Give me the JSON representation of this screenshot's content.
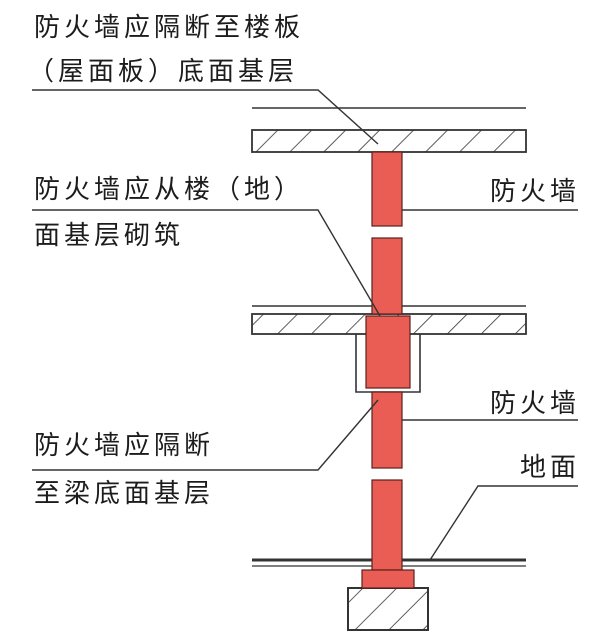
{
  "colors": {
    "wall": "#ea5d55",
    "wall_stroke": "#5a1f1c",
    "line": "#333333",
    "slab_fill": "#ffffff",
    "background": "#ffffff"
  },
  "labels": {
    "roof_slab_line1": "防火墙应隔断至楼板",
    "roof_slab_line2": "（屋面板）底面基层",
    "floor_line1": "防火墙应从楼（地）",
    "floor_line2": "面基层砌筑",
    "firewall_upper": "防火墙",
    "firewall_lower": "防火墙",
    "beam_line1": "防火墙应隔断",
    "beam_line2": "至梁底面基层",
    "ground": "地面"
  }
}
